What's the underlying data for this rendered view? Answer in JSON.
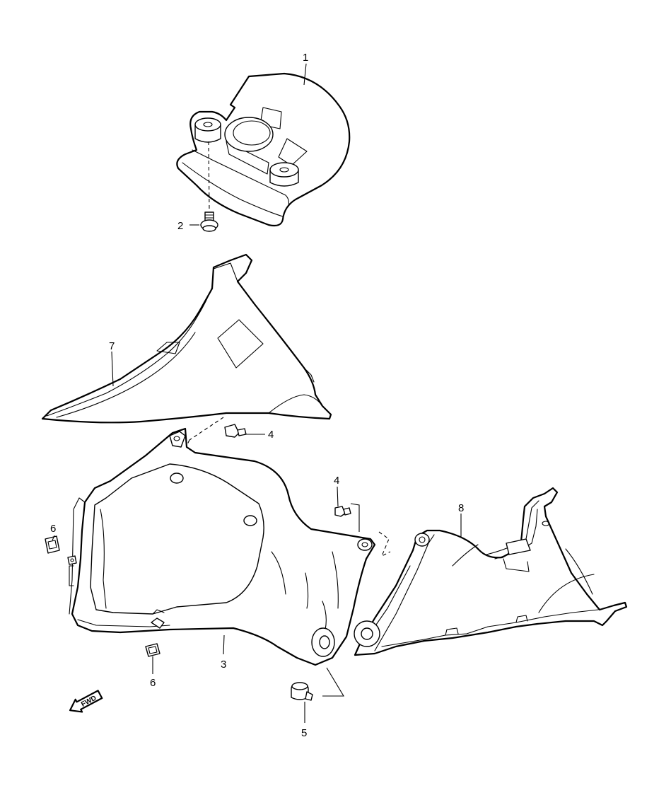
{
  "callouts": {
    "c1": "1",
    "c2": "2",
    "c3": "3",
    "c4a": "4",
    "c4b": "4",
    "c5": "5",
    "c6a": "6",
    "c6b": "6",
    "c7": "7",
    "c8": "8"
  },
  "fwd_label": "FWD"
}
